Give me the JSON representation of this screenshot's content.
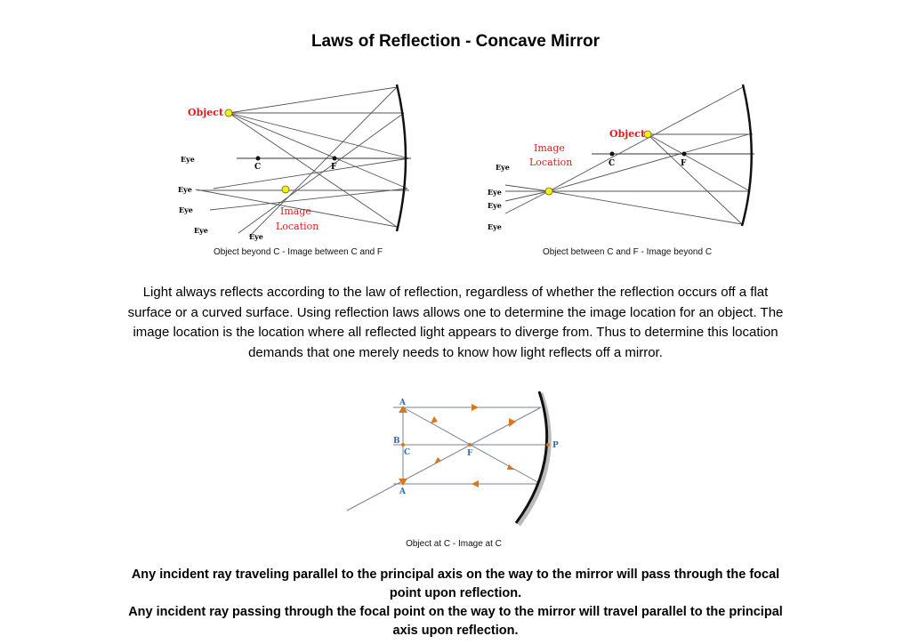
{
  "title": "Laws of Reflection - Concave Mirror",
  "figures": [
    {
      "caption": "Object beyond C - Image between C and F",
      "labels": {
        "object": "Object",
        "image_line1": "Image",
        "image_line2": "Location",
        "c": "C",
        "f": "F",
        "eye": "Eye"
      }
    },
    {
      "caption": "Object between C and F - Image beyond C",
      "labels": {
        "object": "Object",
        "image_line1": "Image",
        "image_line2": "Location",
        "c": "C",
        "f": "F",
        "eye": "Eye"
      }
    },
    {
      "caption": "Object at C  - Image at C",
      "labels": {
        "a_top": "A",
        "a_bottom": "A",
        "b": "B",
        "c": "C",
        "f": "F",
        "p": "P"
      }
    }
  ],
  "paragraph": "Light always reflects according to the law of reflection, regardless of whether the reflection occurs off a flat surface or a curved surface. Using reflection laws allows one to determine the image location for an object. The image location is the location where all reflected light appears to diverge from. Thus to determine this location demands that one merely needs to know how light reflects off a mirror.",
  "rules": [
    "Any incident ray traveling parallel to the principal axis on the way to the mirror will pass through the focal point upon reflection.",
    "Any incident ray passing through the focal point on the way to the mirror will travel parallel to the principal axis upon reflection."
  ],
  "colors": {
    "label_red": "#d81e1e",
    "point_yellow": "#f5ef1a",
    "ray_gray": "#555555",
    "arrow_orange": "#d9781a",
    "label_blue": "#2f6fb0"
  }
}
